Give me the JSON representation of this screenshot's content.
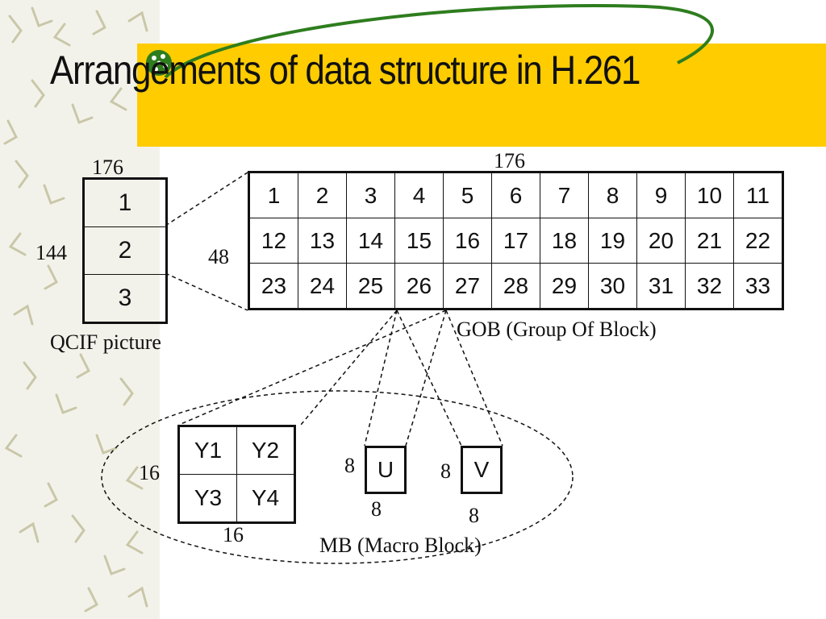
{
  "title": "Arrangements of data structure in H.261",
  "qcif": {
    "width_label": "176",
    "height_label": "144",
    "rows": [
      "1",
      "2",
      "3"
    ],
    "caption": "QCIF picture"
  },
  "gob": {
    "width_label": "176",
    "height_label": "48",
    "rows": [
      [
        "1",
        "2",
        "3",
        "4",
        "5",
        "6",
        "7",
        "8",
        "9",
        "10",
        "11"
      ],
      [
        "12",
        "13",
        "14",
        "15",
        "16",
        "17",
        "18",
        "19",
        "20",
        "21",
        "22"
      ],
      [
        "23",
        "24",
        "25",
        "26",
        "27",
        "28",
        "29",
        "30",
        "31",
        "32",
        "33"
      ]
    ],
    "caption": "GOB (Group Of Block)"
  },
  "mb": {
    "y_rows": [
      [
        "Y1",
        "Y2"
      ],
      [
        "Y3",
        "Y4"
      ]
    ],
    "y_height_label": "16",
    "y_width_label": "16",
    "u_label": "U",
    "u_height_label": "8",
    "u_width_label": "8",
    "v_label": "V",
    "v_height_label": "8",
    "v_width_label": "8",
    "caption": "MB (Macro Block)"
  },
  "colors": {
    "title_band": "#FFCC00",
    "curve": "#2E7D1E",
    "ink": "#111111"
  }
}
